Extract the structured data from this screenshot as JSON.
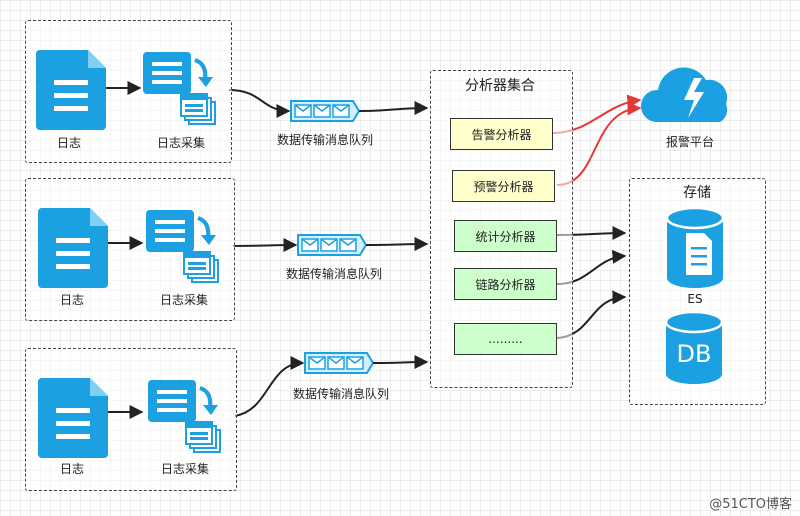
{
  "colors": {
    "icon_blue": "#1ba1e2",
    "alert_arrow": "#e53935",
    "warning_fill": "#ffffcc",
    "analyzer_fill": "#ccffcc"
  },
  "pipelines": [
    {
      "log_label": "日志",
      "collect_label": "日志采集",
      "queue_label": "数据传输消息队列"
    },
    {
      "log_label": "日志",
      "collect_label": "日志采集",
      "queue_label": "数据传输消息队列"
    },
    {
      "log_label": "日志",
      "collect_label": "日志采集",
      "queue_label": "数据传输消息队列"
    }
  ],
  "analyzer_group": {
    "title": "分析器集合",
    "items": [
      "告警分析器",
      "预警分析器",
      "统计分析器",
      "链路分析器",
      "........."
    ]
  },
  "alert_platform": {
    "label": "报警平台",
    "icon": "cloud-lightning-icon"
  },
  "storage": {
    "title": "存储",
    "es_label": "ES",
    "db_label": "DB"
  },
  "watermark": "@51CTO博客"
}
